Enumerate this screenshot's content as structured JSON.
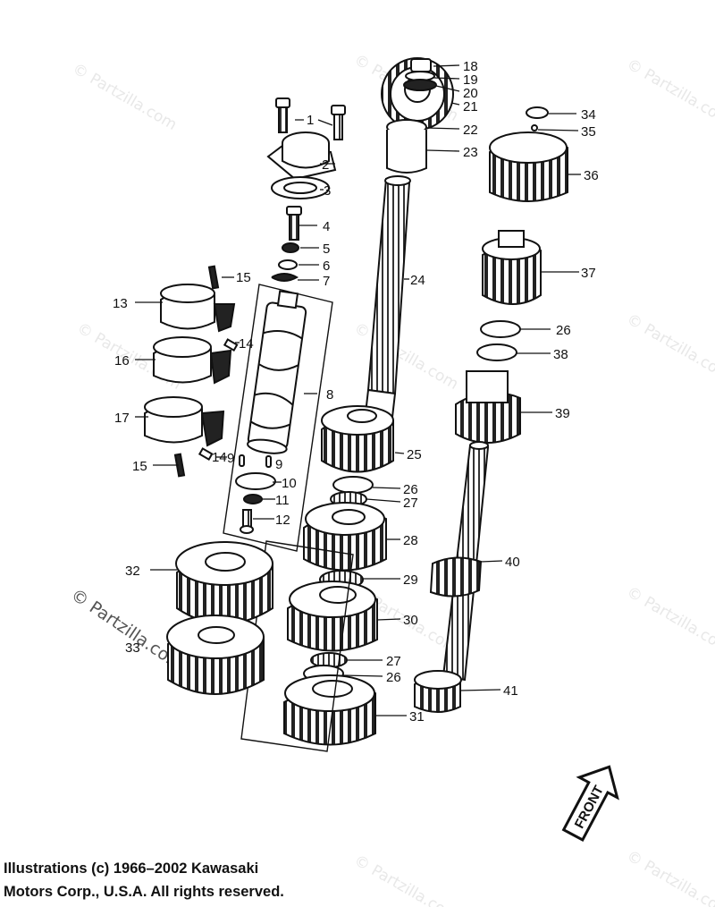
{
  "diagram": {
    "callouts": [
      "1",
      "2",
      "3",
      "4",
      "5",
      "6",
      "7",
      "8",
      "9",
      "9",
      "10",
      "11",
      "12",
      "13",
      "14",
      "14",
      "15",
      "15",
      "16",
      "17",
      "18",
      "19",
      "20",
      "21",
      "22",
      "23",
      "24",
      "25",
      "26",
      "26",
      "26",
      "27",
      "27",
      "28",
      "29",
      "30",
      "31",
      "32",
      "33",
      "34",
      "35",
      "36",
      "37",
      "38",
      "39",
      "40",
      "41"
    ],
    "front_label": "FRONT",
    "watermark": "© Partzilla.com",
    "copyright_line1": "Illustrations (c) 1966–2002 Kawasaki",
    "copyright_line2": "Motors Corp., U.S.A.  All rights reserved."
  },
  "colors": {
    "ink": "#111111",
    "watermark": "#e8e8e8",
    "paper": "#ffffff"
  }
}
